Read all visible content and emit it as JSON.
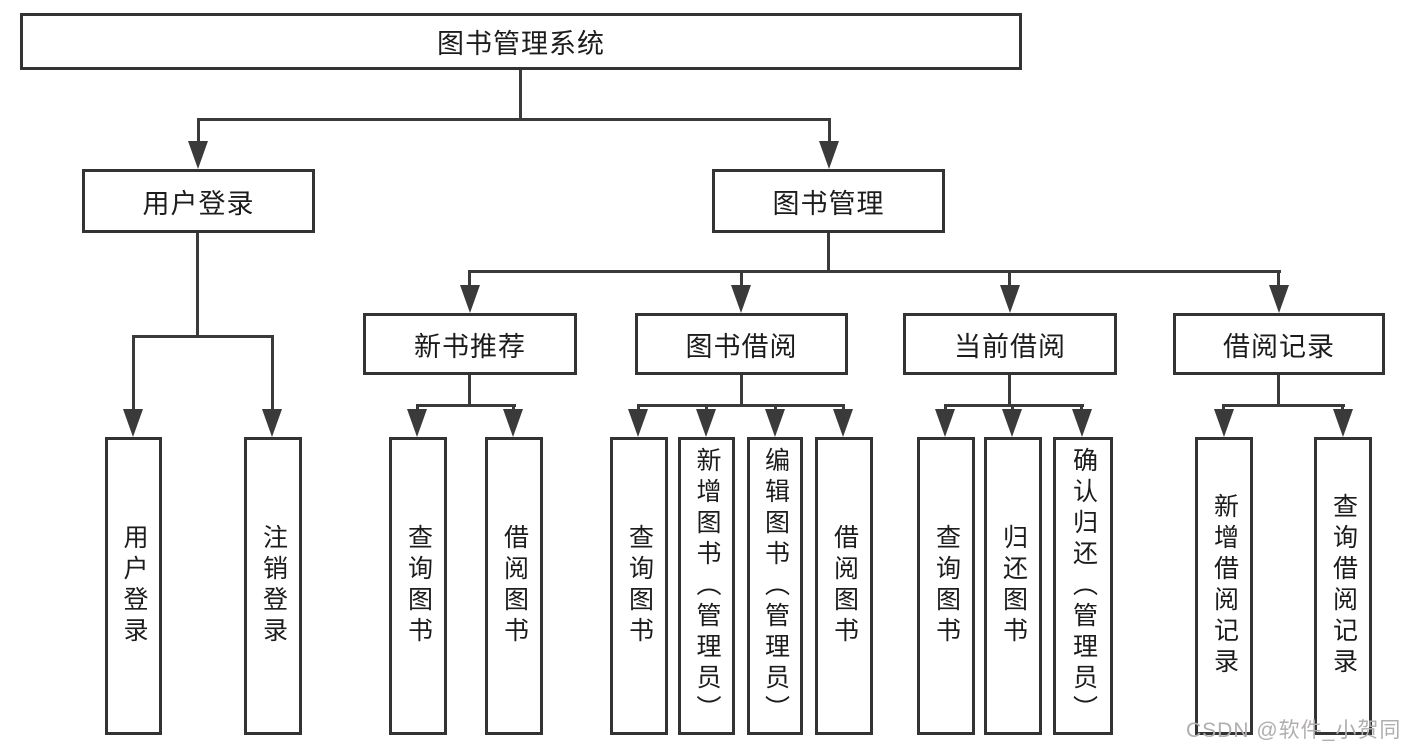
{
  "title": "图书管理系统",
  "tree": {
    "label": "图书管理系统",
    "children": [
      {
        "label": "用户登录",
        "children": [
          {
            "label": "用户登录"
          },
          {
            "label": "注销登录"
          }
        ]
      },
      {
        "label": "图书管理",
        "children": [
          {
            "label": "新书推荐",
            "children": [
              {
                "label": "查询图书"
              },
              {
                "label": "借阅图书"
              }
            ]
          },
          {
            "label": "图书借阅",
            "children": [
              {
                "label": "查询图书"
              },
              {
                "label": "新增图书（管理员）"
              },
              {
                "label": "编辑图书（管理员）"
              },
              {
                "label": "借阅图书"
              }
            ]
          },
          {
            "label": "当前借阅",
            "children": [
              {
                "label": "查询图书"
              },
              {
                "label": "归还图书"
              },
              {
                "label": "确认归还（管理员）"
              }
            ]
          },
          {
            "label": "借阅记录",
            "children": [
              {
                "label": "新增借阅记录"
              },
              {
                "label": "查询借阅记录"
              }
            ]
          }
        ]
      }
    ]
  },
  "watermark": {
    "text": "CSDN @软件_小贺同学"
  },
  "colors": {
    "background": "#ffffff",
    "box_border": "#333333",
    "line": "#3a3a3a",
    "text": "#1c1c1c",
    "watermark": "#b0aeae"
  }
}
